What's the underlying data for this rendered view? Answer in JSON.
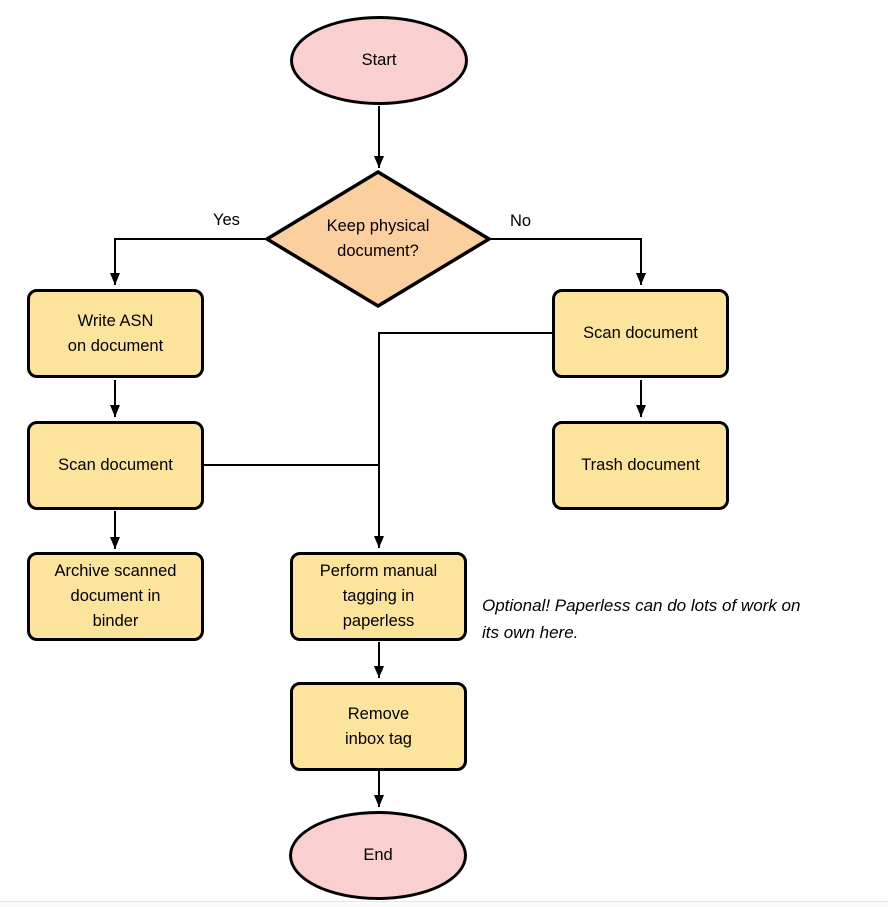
{
  "colors": {
    "terminal_fill": "#f9cfd0",
    "decision_fill": "#fccf9f",
    "process_fill": "#fde49c",
    "stroke": "#000000",
    "background": "#ffffff"
  },
  "diagram": {
    "type": "flowchart",
    "nodes": {
      "start": {
        "type": "terminal",
        "label": "Start"
      },
      "decision": {
        "type": "decision",
        "label": "Keep physical\ndocument?"
      },
      "write_asn": {
        "type": "process",
        "label": "Write ASN\non document"
      },
      "scan_left": {
        "type": "process",
        "label": "Scan document"
      },
      "archive": {
        "type": "process",
        "label": "Archive scanned\ndocument in\nbinder"
      },
      "scan_right": {
        "type": "process",
        "label": "Scan document"
      },
      "trash": {
        "type": "process",
        "label": "Trash document"
      },
      "tagging": {
        "type": "process",
        "label": "Perform manual\ntagging in\npaperless"
      },
      "remove_inbox": {
        "type": "process",
        "label": "Remove\ninbox tag"
      },
      "end": {
        "type": "terminal",
        "label": "End"
      }
    },
    "edges": {
      "start_decision": {
        "from": "start",
        "to": "decision",
        "label": ""
      },
      "yes": {
        "from": "decision",
        "to": "write_asn",
        "label": "Yes"
      },
      "no": {
        "from": "decision",
        "to": "scan_right",
        "label": "No"
      },
      "write_scan": {
        "from": "write_asn",
        "to": "scan_left",
        "label": ""
      },
      "scan_archive": {
        "from": "scan_left",
        "to": "archive",
        "label": ""
      },
      "scanright_trash": {
        "from": "scan_right",
        "to": "trash",
        "label": ""
      },
      "scanleft_tagging": {
        "from": "scan_left",
        "to": "tagging",
        "label": ""
      },
      "scanright_tagging": {
        "from": "scan_right",
        "to": "tagging",
        "label": ""
      },
      "tagging_remove": {
        "from": "tagging",
        "to": "remove_inbox",
        "label": ""
      },
      "remove_end": {
        "from": "remove_inbox",
        "to": "end",
        "label": ""
      }
    },
    "note": "Optional! Paperless can do lots of work on\nits own here."
  }
}
